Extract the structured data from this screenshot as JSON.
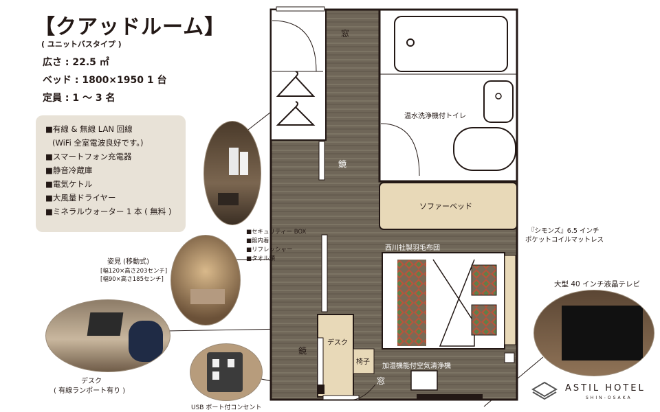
{
  "header": {
    "title": "【クアッドルーム】",
    "subtitle": "( ユニットバスタイプ )",
    "specs": [
      "広さ : 22.5 ㎡",
      "ベッド : 1800×1950 1 台",
      "定員 : 1 ～ 3 名"
    ]
  },
  "amenities": [
    "■有線 & 無線 LAN 回線",
    "(WiFi 全室電波良好です。)",
    "■スマートフォン充電器",
    "■静音冷蔵庫",
    "■電気ケトル",
    "■大風量ドライヤー",
    "■ミネラルウォーター 1 本 ( 無料 )"
  ],
  "closet_items": [
    "■セキュリティー BOX",
    "■館内着",
    "■リフレッシャー",
    "■タオル類"
  ],
  "mirror": {
    "title": "姿見 (移動式)",
    "sizes": [
      "[幅120×高さ203センチ]",
      "[幅90×高さ185センチ]"
    ]
  },
  "desk_caption": [
    "デスク",
    "( 有線ランポート有り )"
  ],
  "usb_caption": "USB ポート付コンセント",
  "plan": {
    "window_top": "窓",
    "toilet": "温水洗浄機付トイレ",
    "sofa": "ソファーベッド",
    "mirror1": "鏡",
    "duvet": "西川社製羽毛布団",
    "desk": "デスク",
    "mirror2": "鏡",
    "chair": "椅子",
    "purifier": "加湿機能付空気清浄機",
    "window_bottom": "窓"
  },
  "mattress": [
    "『シモンズ』6.5 インチ",
    "ポケットコイルマットレス"
  ],
  "tv_caption": "大型 40 インチ液晶テレビ",
  "logo": {
    "name": "ASTIL HOTEL",
    "sub": "SHIN-OSAKA"
  },
  "colors": {
    "floor": "#6f6658",
    "bath": "#ffffff",
    "sofa": "#e8d9b8",
    "panel": "#e8e2d7",
    "wall": "#231815"
  }
}
